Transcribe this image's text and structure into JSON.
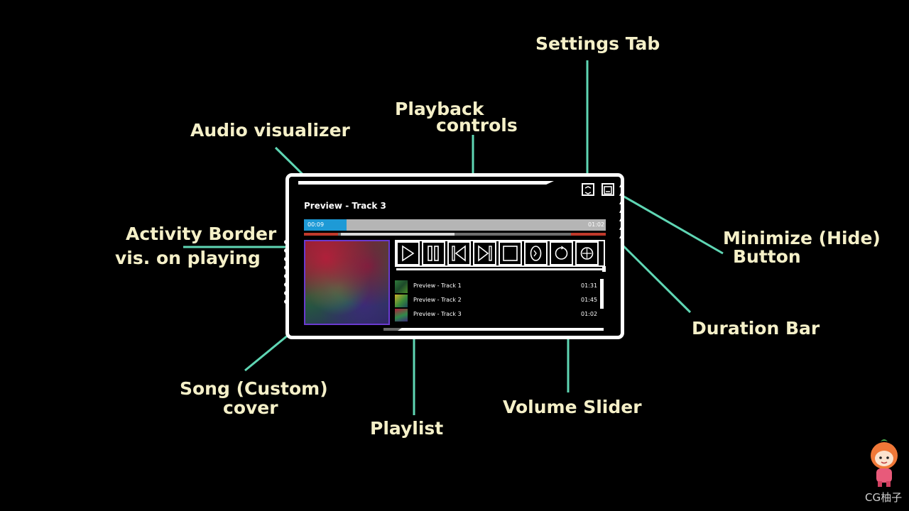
{
  "callouts": {
    "settings_tab": "Settings Tab",
    "playback_controls_line1": "Playback",
    "playback_controls_line2": "controls",
    "audio_visualizer": "Audio visualizer",
    "activity_border_line1": "Activity Border",
    "activity_border_line2": "vis. on playing",
    "minimize_line1": "Minimize (Hide)",
    "minimize_line2": "Button",
    "duration_bar": "Duration Bar",
    "song_cover_line1": "Song (Custom)",
    "song_cover_line2": "cover",
    "playlist": "Playlist",
    "volume_slider": "Volume Slider"
  },
  "player": {
    "title": "Preview - Track 3",
    "current_time": "00:09",
    "total_time": "01:02",
    "progress_fraction": 0.14,
    "controls": [
      "play-icon",
      "pause-icon",
      "previous-icon",
      "next-icon",
      "stop-icon",
      "shuffle-icon",
      "repeat-icon",
      "loop-icon"
    ],
    "volume_fraction": 1.0,
    "playlist": [
      {
        "name": "Preview - Track 1",
        "duration": "01:31"
      },
      {
        "name": "Preview - Track 2",
        "duration": "01:45"
      },
      {
        "name": "Preview - Track 3",
        "duration": "01:02"
      }
    ]
  },
  "watermark": {
    "text": "CG柚子"
  },
  "colors": {
    "callout_text": "#f5f0c8",
    "leader_line": "#5fd6b4",
    "progress": "#1e9ad6",
    "activity_border": "#6a3ad0",
    "duration_red": "#c0392b"
  }
}
